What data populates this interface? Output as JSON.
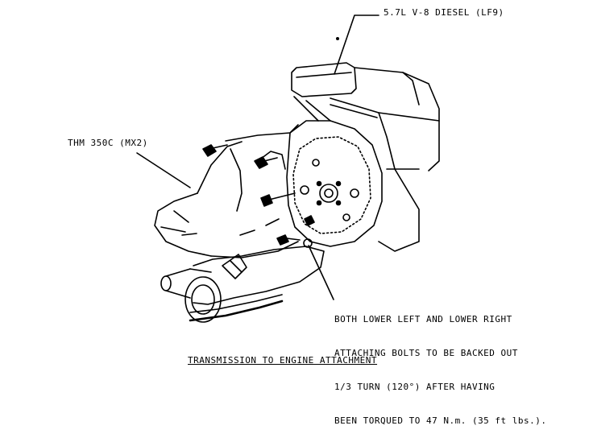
{
  "labels": {
    "engine": "5.7L V-8 DIESEL (LF9)",
    "transmission": "THM 350C (MX2)",
    "note": [
      "BOTH LOWER LEFT AND LOWER RIGHT",
      "ATTACHING BOLTS TO BE BACKED OUT",
      "1/3 TURN (120°) AFTER HAVING",
      "BEEN TORQUED TO 47 N.m. (35 ft lbs.)."
    ],
    "caption": "TRANSMISSION TO ENGINE ATTACHMENT"
  }
}
